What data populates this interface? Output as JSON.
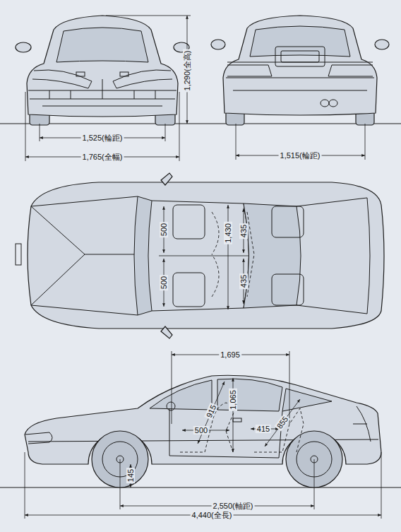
{
  "diagram": {
    "labels": [
      "1,290(全高)",
      "1,525(輪距)",
      "1,765(全幅)",
      "1,515(輪距)",
      "500",
      "500",
      "435",
      "435",
      "1,430",
      "1,695",
      "1,065",
      "915",
      "855",
      "500",
      "415",
      "145",
      "2,550(軸距)",
      "4,440(全長)"
    ]
  }
}
